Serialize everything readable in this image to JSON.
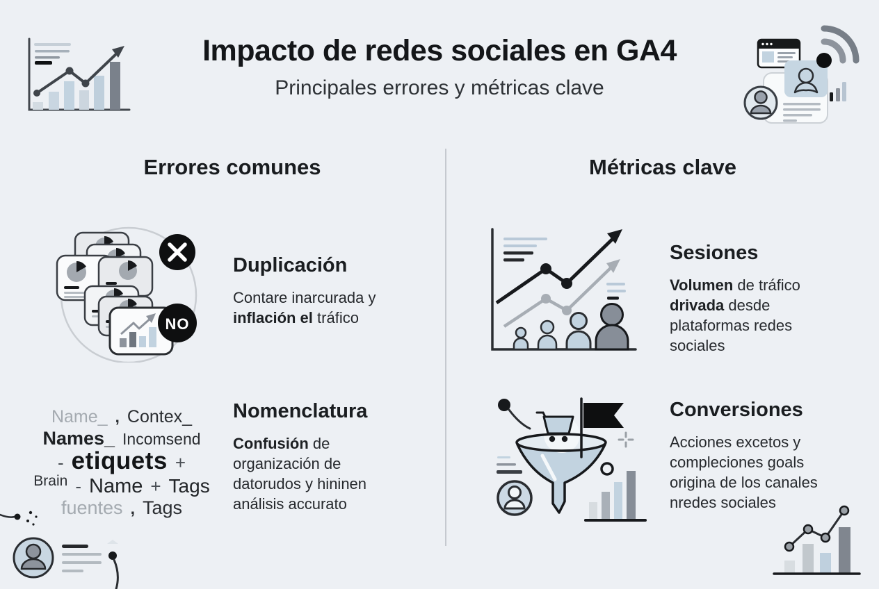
{
  "header": {
    "title": "Impacto de redes sociales en GA4",
    "subtitle": "Principales errores y métricas clave"
  },
  "errors": {
    "heading": "Errores comunes",
    "duplication": {
      "title": "Duplicación",
      "desc": [
        "Contare inarcurada y ",
        "inflación el",
        " tráfico"
      ],
      "badge_no": "NO"
    },
    "nomenclature": {
      "title": "Nomenclatura",
      "desc": [
        "Confusión",
        " de organización de datorudos y hininen análisis accurato"
      ]
    }
  },
  "metrics": {
    "heading": "Métricas clave",
    "sessions": {
      "title": "Sesiones",
      "desc": [
        "Volumen",
        " de tráfico ",
        "drivada",
        " desde plataformas redes sociales"
      ]
    },
    "conversions": {
      "title": "Conversiones",
      "desc": [
        "Acciones excetos y compleciones goals origina de los canales nredes sociales"
      ]
    }
  },
  "wordcloud": {
    "rows": [
      [
        "Name_",
        ",",
        "Contex_"
      ],
      [
        "Names_",
        "Incomsend"
      ],
      [
        "-",
        "etiquets",
        "+"
      ],
      [
        "Brain",
        "-",
        "Name",
        "+",
        "Tags"
      ],
      [
        "fuentes",
        ",",
        "Tags"
      ]
    ]
  },
  "icons": {
    "top_left": "bar-line-growth-chart-icon",
    "top_right": "social-media-profile-signal-icon",
    "duplication": "duplicated-report-cards-with-x-and-no-badges-icon",
    "sessions": "traffic-growth-chart-with-audience-icon",
    "conversions": "conversion-funnel-with-cart-and-flag-icon",
    "bottom_left": "user-profile-note-icon",
    "bottom_right": "small-growth-chart-icon"
  },
  "colors": {
    "background": "#edf0f4",
    "text_dark": "#17191c",
    "text_gray": "#9aa0a6",
    "accent_light_blue": "#c2d3e0",
    "gray_mid": "#8d939c",
    "badge_black": "#0e0f10",
    "divider": "#c5c9cf"
  }
}
